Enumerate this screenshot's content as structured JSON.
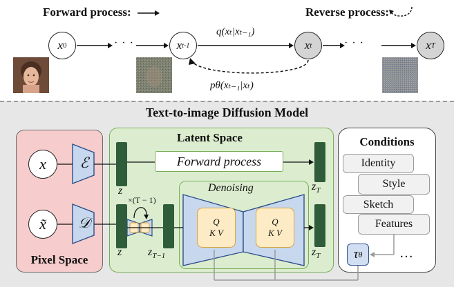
{
  "top": {
    "forward_label": "Forward process:",
    "reverse_label": "Reverse process:",
    "nodes": [
      "x",
      "x",
      "x",
      "x"
    ],
    "node_subs": [
      "0",
      "t-1",
      "t",
      "T"
    ],
    "ellipsis": "· · ·",
    "q_label": "q(x",
    "q_full": "q(xₜ|xₜ₋₁)",
    "p_full": "pθ(xₜ₋₁|xₜ)"
  },
  "model": {
    "title": "Text-to-image Diffusion Model",
    "pixel_space": "Pixel Space",
    "latent_space": "Latent Space",
    "conditions": "Conditions",
    "forward_process": "Forward process",
    "denoising": "Denoising",
    "x": "x",
    "x_tilde": "x̃",
    "encoder": "ℰ",
    "decoder": "𝒟",
    "z": "z",
    "z_T": "z",
    "z_T_sub": "T",
    "z_T1": "z",
    "z_T1_sub": "T−1",
    "loop": "×(T − 1)",
    "attn_q": "Q",
    "attn_kv": "K V",
    "tau": "τ",
    "tau_sub": "θ",
    "ellipsis": "…",
    "conditions_list": [
      "Identity",
      "Style",
      "Sketch",
      "Features"
    ]
  },
  "colors": {
    "pixel_bg": "#f6cccc",
    "latent_bg": "#dcedcf",
    "latent_border": "#77ad57",
    "bar": "#2f5d3a",
    "trapezoid": "#c7d8ee",
    "attn_bg": "#fcebc4",
    "attn_border": "#d9a23a",
    "grey_panel": "#e7e7e7"
  }
}
